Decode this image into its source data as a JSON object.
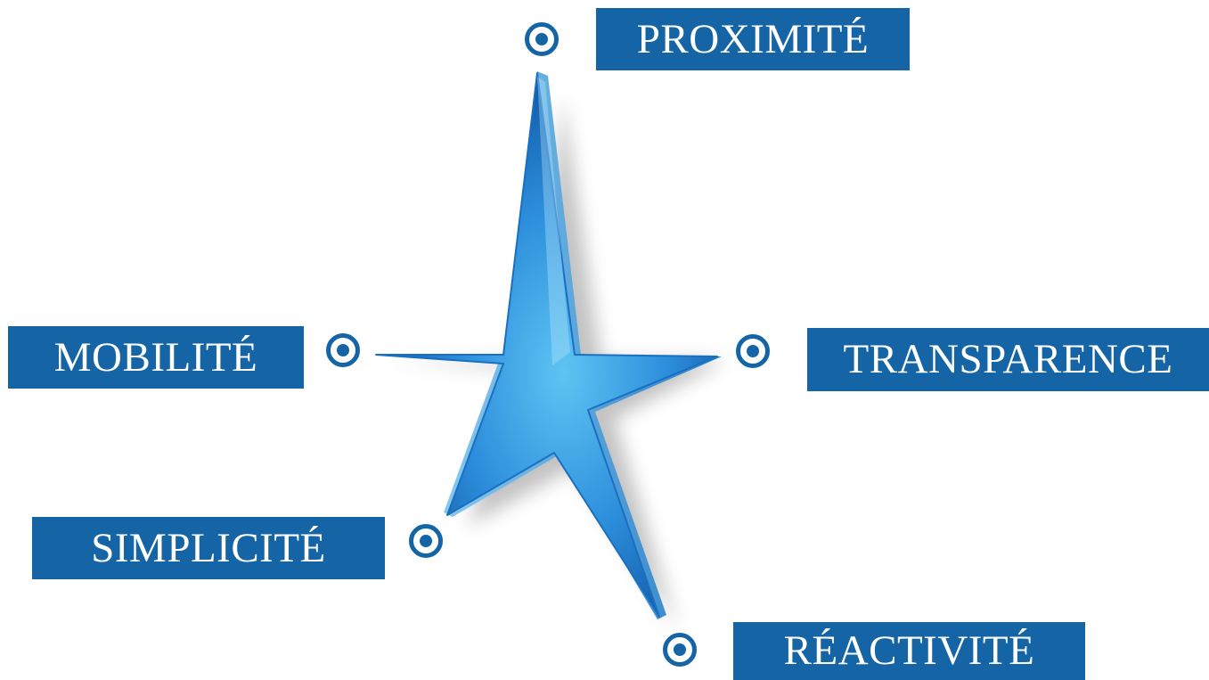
{
  "labels": {
    "proximite": "PROXIMITÉ",
    "mobilite": "MOBILITÉ",
    "transparence": "TRANSPARENCE",
    "simplicite": "SIMPLICITÉ",
    "reactivite": "RÉACTIVITÉ"
  },
  "colors": {
    "label_background": "#1565a6",
    "label_text": "#ffffff",
    "star_light": "#5ec4f2",
    "star_dark": "#0a4f9c"
  },
  "icons": {
    "bullet": "target-dot-icon",
    "center": "star-icon"
  }
}
